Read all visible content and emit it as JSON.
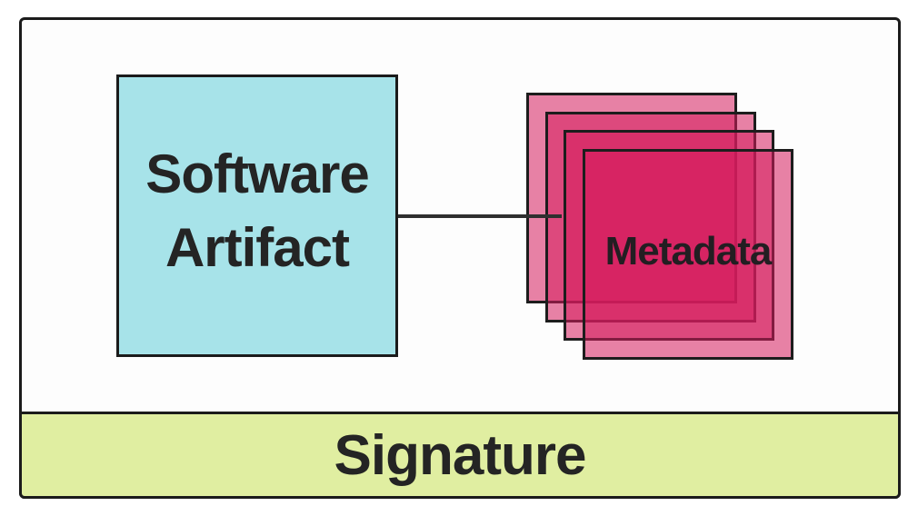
{
  "canvas": {
    "background": "#ffffff",
    "outer_fill": "#fdfdfd",
    "outer_border": "#1b1b1b"
  },
  "artifact_box": {
    "line1": "Software",
    "line2": "Artifact",
    "fill": "#a7e3e9",
    "border": "#1b1b1b",
    "text_color": "#242424"
  },
  "connector": {
    "color": "#2f2f2f"
  },
  "metadata_stack": {
    "label": "Metadata",
    "layer_count": "4",
    "layer_fill": "rgba(214, 28, 93, 0.55)",
    "border": "#1d1d1d",
    "text_color": "#231e22"
  },
  "signature_band": {
    "label": "Signature",
    "fill": "#e0eea1",
    "border": "#1b1b1b",
    "text_color": "#242424"
  }
}
